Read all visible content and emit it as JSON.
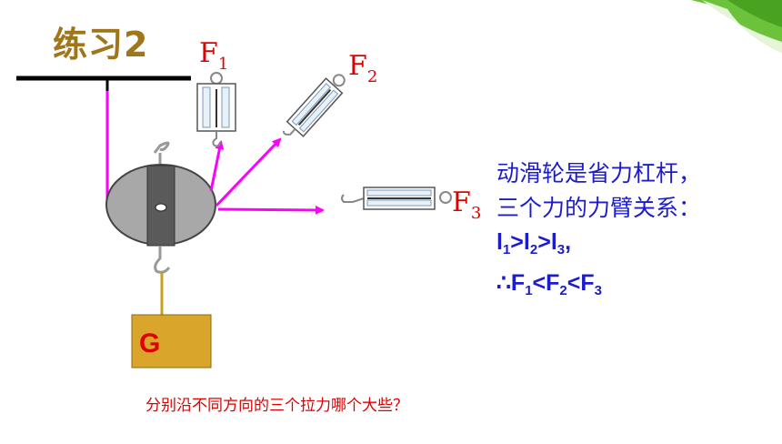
{
  "slide": {
    "title": "练习2",
    "forces": {
      "f1": {
        "letter": "F",
        "sub": "1"
      },
      "f2": {
        "letter": "F",
        "sub": "2"
      },
      "f3": {
        "letter": "F",
        "sub": "3"
      }
    },
    "weight_label": "G",
    "conclusion": {
      "line1": "动滑轮是省力杠杆，",
      "line2": "三个力的力臂关系：",
      "arm_relation": {
        "l": "l",
        "s1": "1",
        "gt1": ">",
        "s2": "2",
        "gt2": ">",
        "s3": "3",
        "tail": ","
      },
      "force_relation": {
        "therefore": "∴",
        "f": "F",
        "s1": "1",
        "lt1": "<",
        "s2": "2",
        "lt2": "<",
        "s3": "3"
      }
    },
    "question": "分别沿不同方向的三个拉力哪个大些？",
    "colors": {
      "title": "#a0761a",
      "force_label": "#e00000",
      "rope": "#ff00ff",
      "conclusion": "#1c1ccc",
      "weight_block": "#d9a62b",
      "pulley": "#a8a8a8",
      "leaf": "#6cc23a"
    }
  }
}
